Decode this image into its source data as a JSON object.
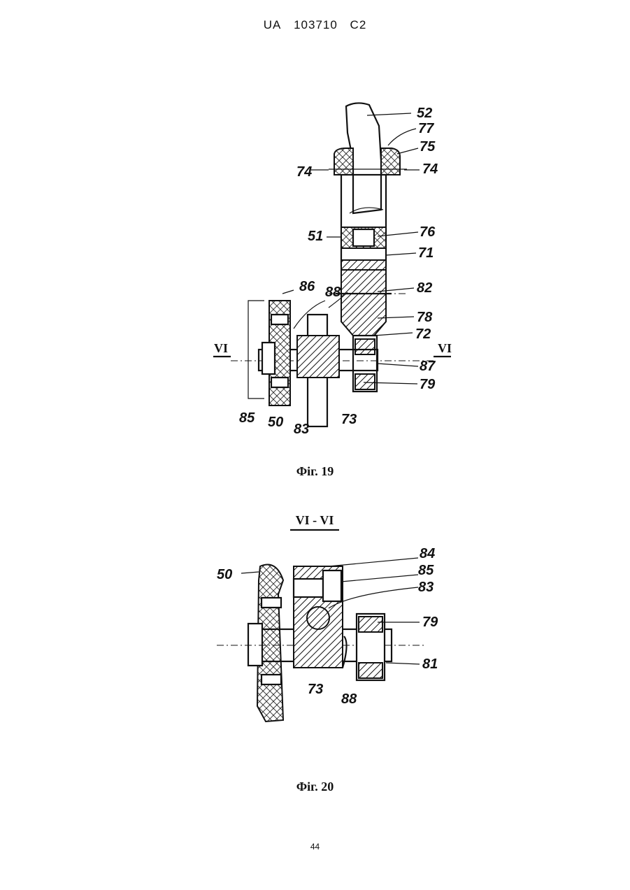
{
  "header": {
    "office": "UA",
    "number": "103710",
    "kind": "C2"
  },
  "figures": [
    {
      "caption": "Фіг. 19",
      "section_marks": [
        "VI",
        "VI"
      ],
      "labels": [
        "52",
        "77",
        "75",
        "74",
        "74",
        "51",
        "76",
        "71",
        "88",
        "86",
        "82",
        "78",
        "72",
        "87",
        "79",
        "85",
        "50",
        "83",
        "73"
      ]
    },
    {
      "caption": "Фіг. 20",
      "section_title": "VI - VI",
      "labels": [
        "50",
        "84",
        "85",
        "83",
        "79",
        "81",
        "73",
        "88"
      ]
    }
  ],
  "page_number": "44"
}
